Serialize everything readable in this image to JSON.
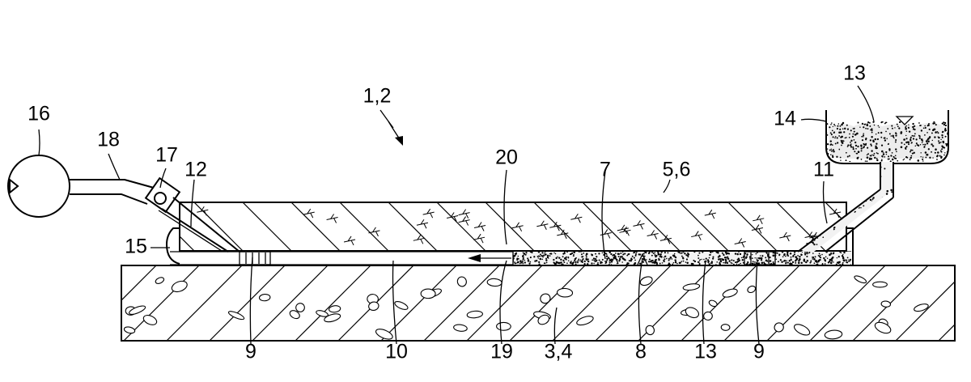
{
  "figure": {
    "labels": {
      "pump": "16",
      "line": "18",
      "valve": "17",
      "upper_port": "12",
      "seal": "15",
      "assembly": "1,2",
      "filled_gap": "20",
      "crack": "7",
      "upper_layer": "5,6",
      "inlet_port": "11",
      "resin_top": "13",
      "reservoir": "14",
      "spacer_left": "9",
      "gap": "10",
      "flow": "19",
      "lower_layer": "3,4",
      "crack_lower": "8",
      "resin_bottom": "13",
      "spacer_right": "9"
    }
  }
}
